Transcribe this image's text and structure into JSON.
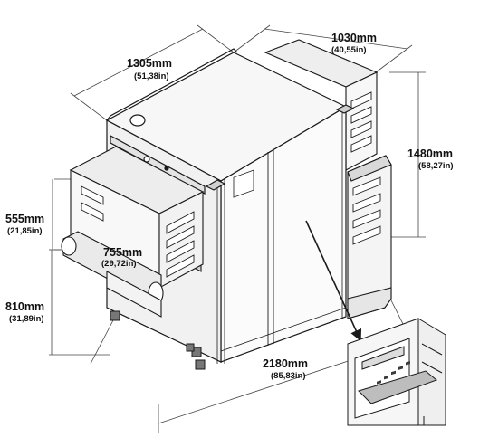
{
  "dimensions": {
    "width": {
      "mm": "1305mm",
      "in": "(51,38in)"
    },
    "depth": {
      "mm": "1030mm",
      "in": "(40,55in)"
    },
    "height": {
      "mm": "1480mm",
      "in": "(58,27in)"
    },
    "tunnel_height": {
      "mm": "555mm",
      "in": "(21,85in)"
    },
    "tunnel_width": {
      "mm": "755mm",
      "in": "(29,72in)"
    },
    "conveyor_height": {
      "mm": "810mm",
      "in": "(31,89in)"
    },
    "total_length": {
      "mm": "2180mm",
      "in": "(85,83in)"
    }
  },
  "colors": {
    "line": "#1a1a1a",
    "panel": "#f4f4f4",
    "shade": "#d9d9d9"
  },
  "icons": [
    "xray-machine-drawing",
    "control-panel-detail",
    "callout-arrow"
  ]
}
